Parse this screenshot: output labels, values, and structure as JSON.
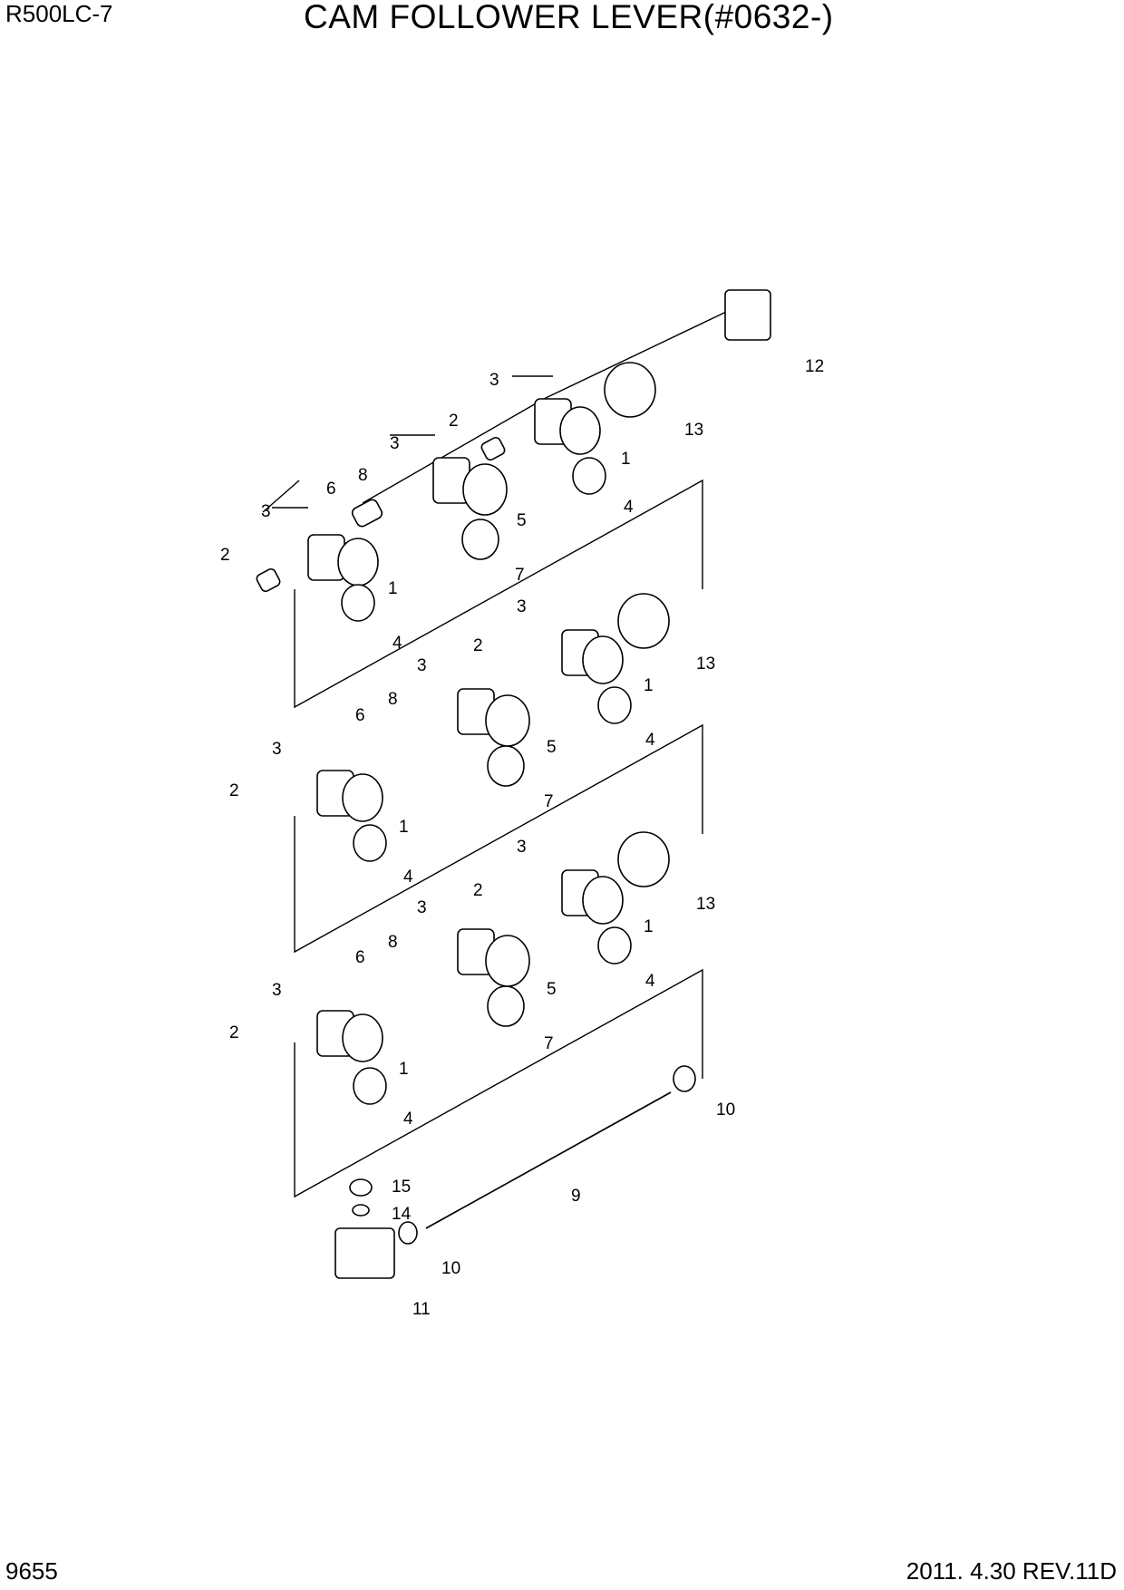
{
  "header": {
    "model": "R500LC-7",
    "title": "CAM FOLLOWER LEVER(#0632-)"
  },
  "footer": {
    "page_number": "9655",
    "date_revision": "2011. 4.30  REV.11D"
  },
  "callouts": [
    "1",
    "2",
    "3",
    "4",
    "5",
    "6",
    "7",
    "8",
    "9",
    "10",
    "11",
    "12",
    "13",
    "14",
    "15"
  ]
}
